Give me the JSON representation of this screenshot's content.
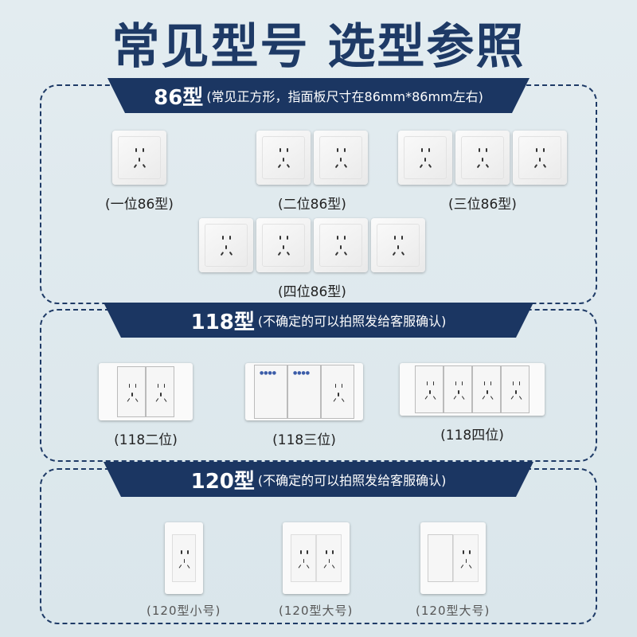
{
  "title": "常见型号 选型参照",
  "sections": {
    "s86": {
      "banner_big": "86型",
      "banner_small": "(常见正方形，指面板尺寸在86mm*86mm左右)",
      "items": [
        "(一位86型)",
        "(二位86型)",
        "(三位86型)",
        "(四位86型)"
      ]
    },
    "s118": {
      "banner_big": "118型",
      "banner_small": "(不确定的可以拍照发给客服确认)",
      "items": [
        "(118二位)",
        "(118三位)",
        "(118四位)"
      ]
    },
    "s120": {
      "banner_big": "120型",
      "banner_small": "(不确定的可以拍照发给客服确认)",
      "items": [
        "(120型小号)",
        "(120型大号)",
        "(120型大号)"
      ]
    }
  },
  "colors": {
    "brand": "#1b3662",
    "background": "#dfe9ee"
  }
}
